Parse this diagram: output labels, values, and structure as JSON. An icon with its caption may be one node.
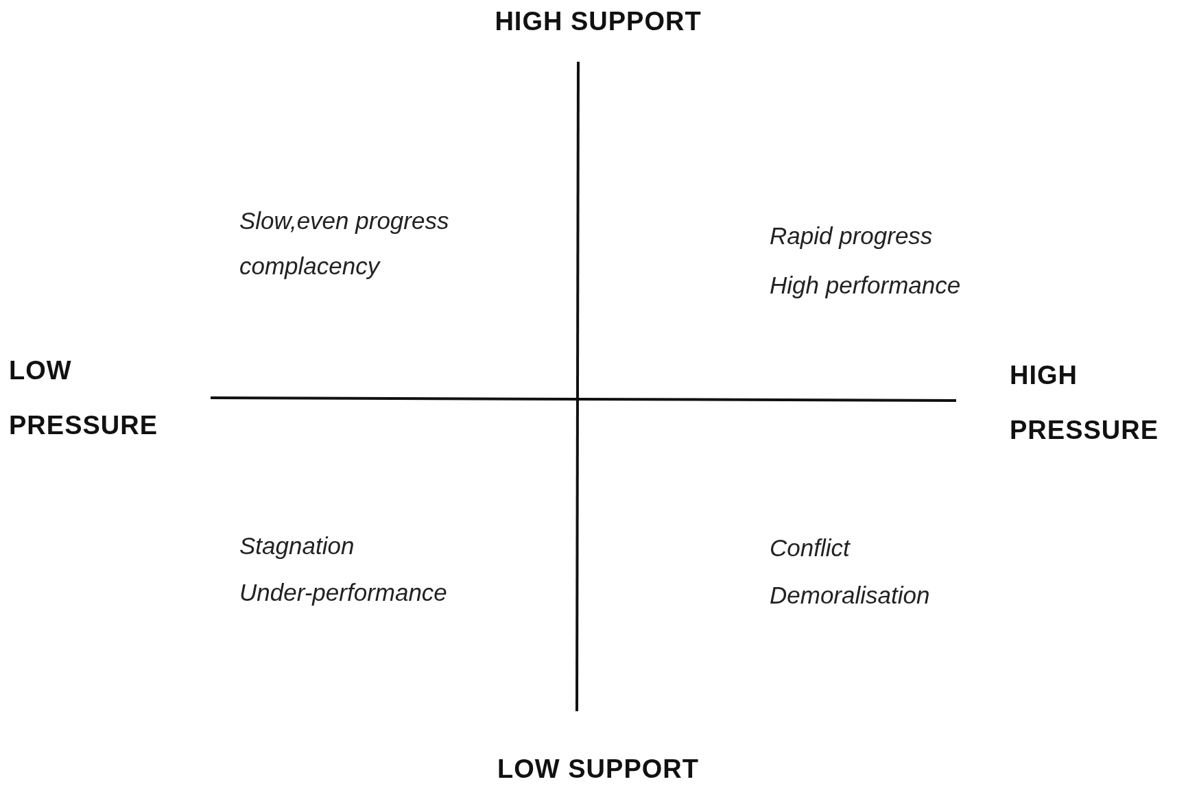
{
  "diagram": {
    "labels": [
      "HIGH SUPPORT",
      "Slow,even progress",
      "complacency",
      "Rapid progress",
      "High performance",
      "LOW PRESSURE",
      "HIGH PRESSURE",
      "Stagnation",
      "Under-performance",
      "Conflict",
      "Demoralisation",
      "LOW SUPPORT"
    ]
  }
}
